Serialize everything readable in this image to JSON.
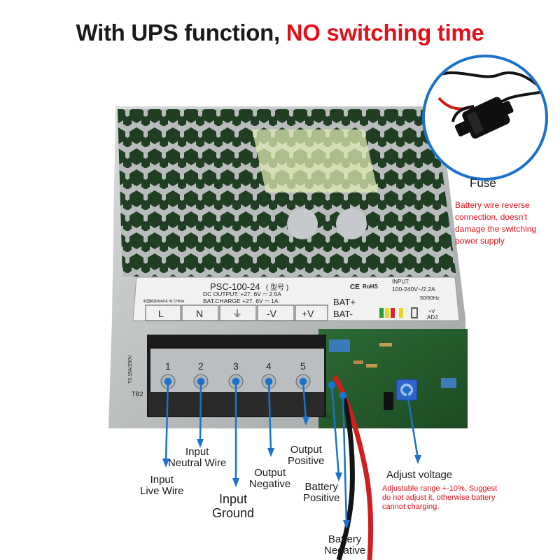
{
  "headline": {
    "part1": "With UPS function, ",
    "part2": "NO switching time"
  },
  "fuse": {
    "title": "Fuse",
    "description": "Battery wire reverse connection, doesn't damage the switching power supply"
  },
  "label_panel": {
    "model": "PSC-100-24",
    "model_suffix": "( 型号 )",
    "dc_output": "DC OUTPUT:  +27. 6V  ⎓ 2.5A",
    "bat_charge": "BAT.CHARGE +27. 6V  ⎓ 1A",
    "made_in": "中国制造/MADE IN CHINA",
    "input_title": "INPUT:",
    "input_value": "100-240V~/2.2A",
    "input_freq": "50/60Hz",
    "bat_plus": "BAT+",
    "bat_minus": "BAT-",
    "adj": "+V\nADJ",
    "terminals": [
      "L",
      "N",
      "⏚",
      "-V",
      "+V"
    ],
    "terminal_numbers": [
      "1",
      "2",
      "3",
      "4",
      "5"
    ],
    "board_ref": "TB2",
    "fuse_rating": "T3.15A/250V"
  },
  "annotations": {
    "input_live": "Input\nLive Wire",
    "input_neutral": "Input\nNeutral Wire",
    "input_ground": "Input\nGround",
    "output_negative": "Output\nNegative",
    "output_positive": "Output\nPositive",
    "battery_positive": "Battery\nPositive",
    "battery_negative": "Battery\nNegative"
  },
  "adjust": {
    "title": "Adjust voltage",
    "description": "Adjustable range +-10%, Suggest do not adjust it, otherwise battery cannot charging."
  },
  "colors": {
    "headline_black": "#1a1a1a",
    "headline_red": "#e0101a",
    "arrow_blue": "#1a72cc",
    "note_red": "#e0101a"
  }
}
